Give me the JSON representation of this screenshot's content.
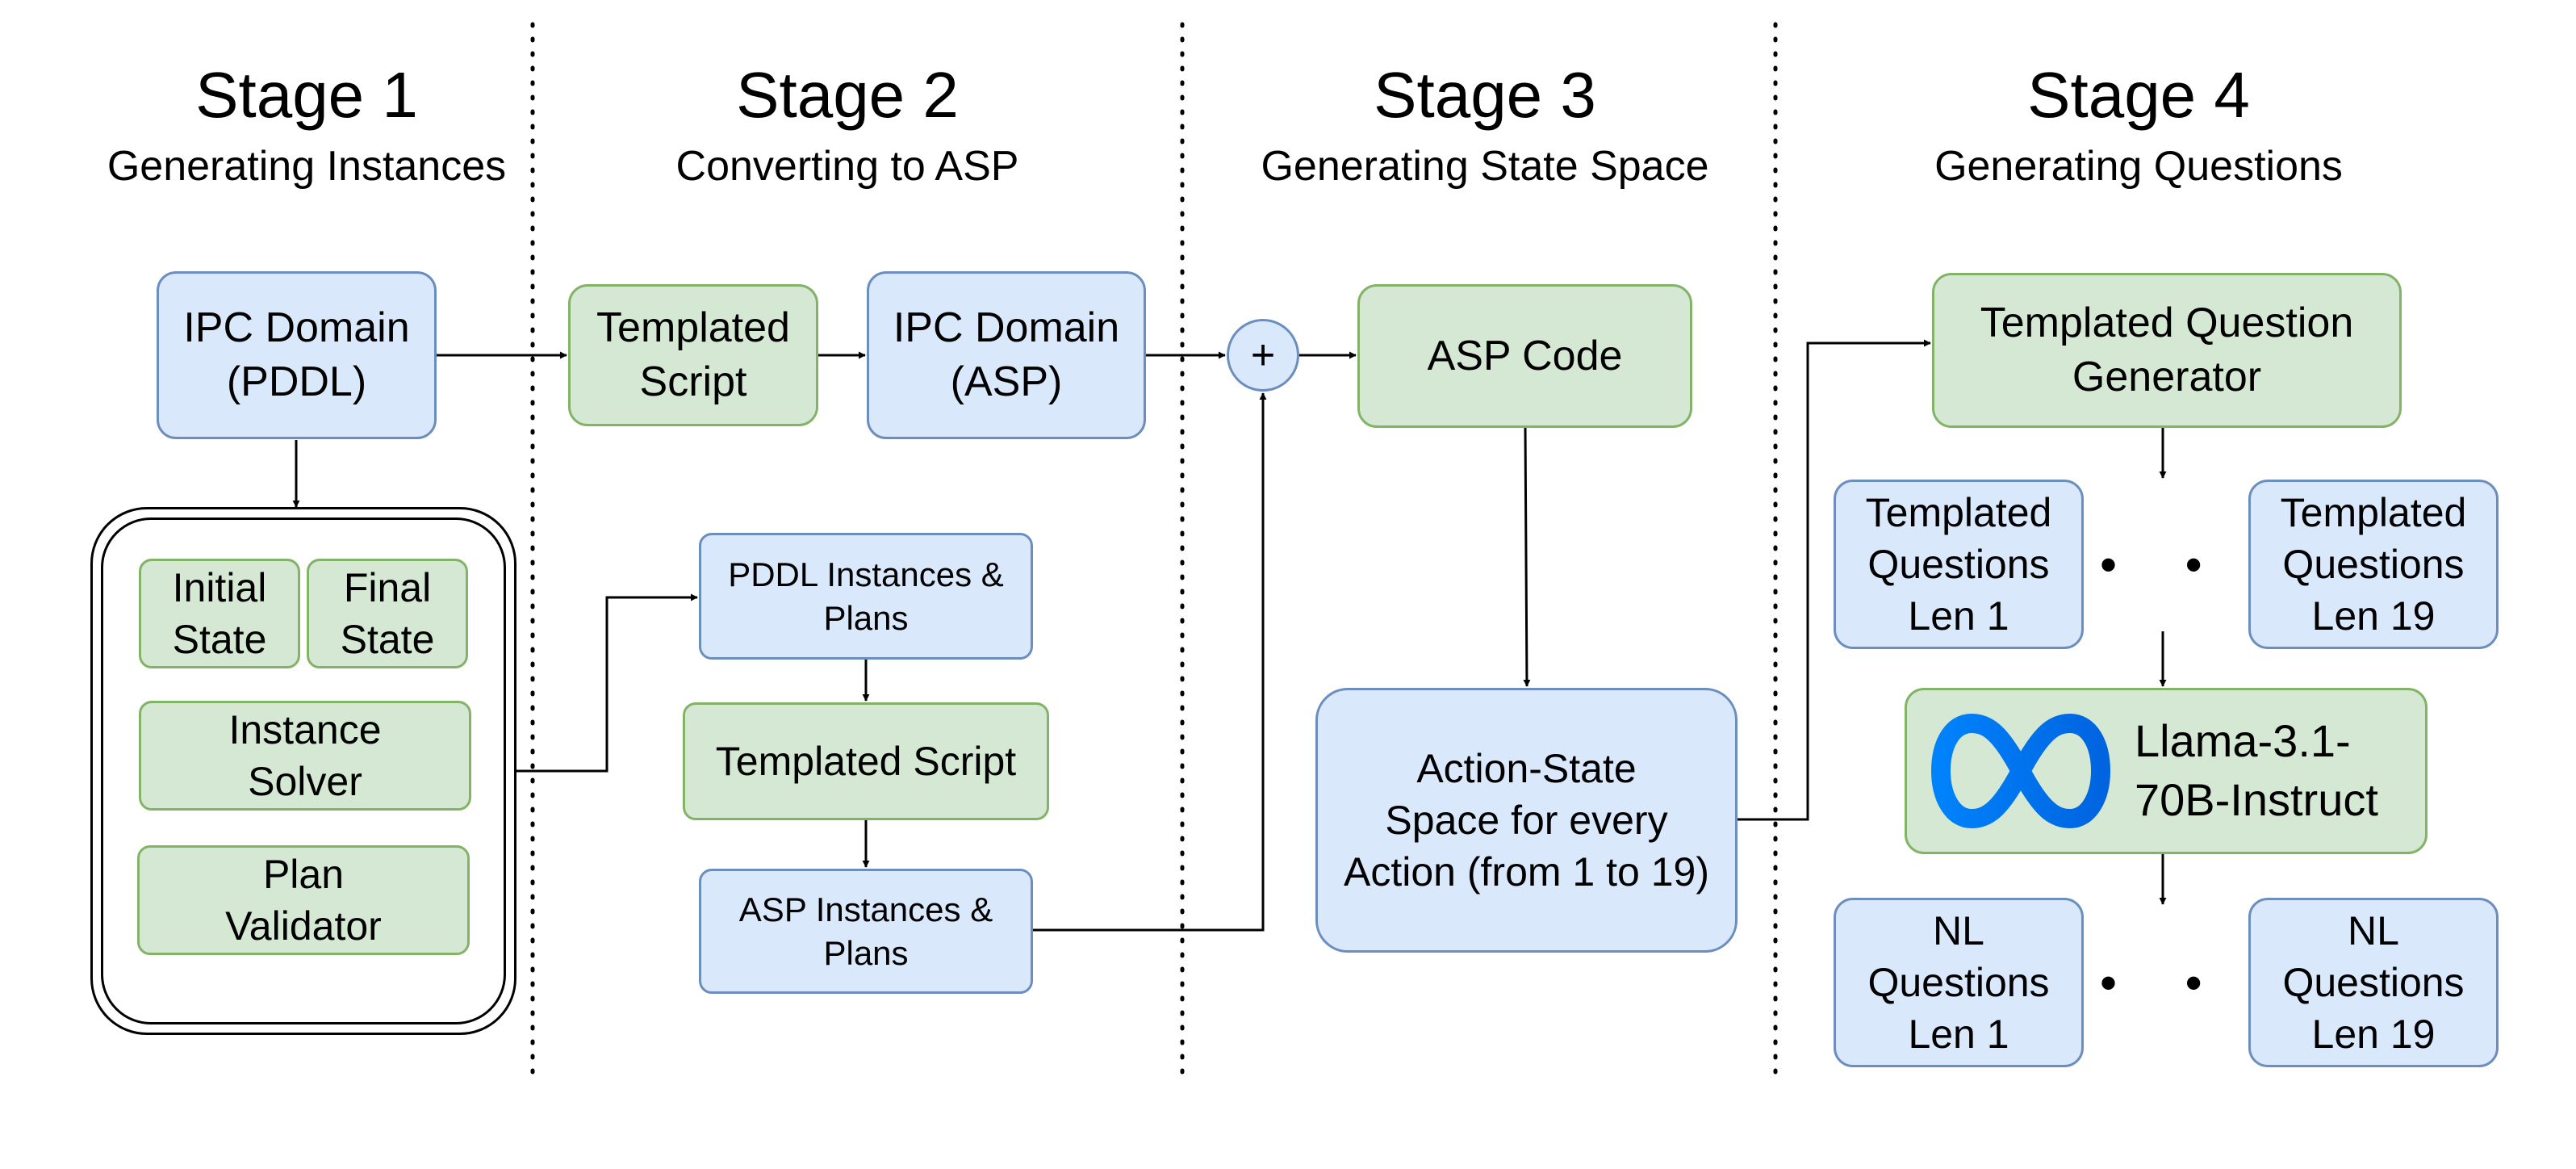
{
  "stages": [
    {
      "title": "Stage 1",
      "subtitle": "Generating Instances"
    },
    {
      "title": "Stage 2",
      "subtitle": "Converting to ASP"
    },
    {
      "title": "Stage 3",
      "subtitle": "Generating State Space"
    },
    {
      "title": "Stage 4",
      "subtitle": "Generating Questions"
    }
  ],
  "stage1": {
    "ipc_domain_pddl": "IPC Domain\n(PDDL)",
    "initial_state": "Initial\nState",
    "final_state": "Final\nState",
    "instance_solver": "Instance\nSolver",
    "plan_validator": "Plan\nValidator"
  },
  "stage2": {
    "templated_script_top": "Templated\nScript",
    "ipc_domain_asp": "IPC Domain\n(ASP)",
    "pddl_instances_plans": "PDDL Instances &\nPlans",
    "templated_script": "Templated Script",
    "asp_instances_plans": "ASP Instances &\nPlans"
  },
  "stage3": {
    "plus_symbol": "+",
    "asp_code": "ASP Code",
    "action_state_space": "Action-State\nSpace for every\nAction (from 1 to 19)"
  },
  "stage4": {
    "templated_question_generator": "Templated Question\nGenerator",
    "templated_questions_len1": "Templated\nQuestions\nLen 1",
    "templated_questions_len19": "Templated\nQuestions\nLen 19",
    "llm_name": "Llama-3.1-\n70B-Instruct",
    "nl_questions_len1": "NL\nQuestions\nLen 1",
    "nl_questions_len19": "NL\nQuestions\nLen 19",
    "ellipsis": "• • •"
  },
  "colors": {
    "blue_fill": "#dae8fc",
    "blue_stroke": "#6c8ebf",
    "green_fill": "#d5e8d4",
    "green_stroke": "#82b366",
    "meta_logo_blue": "#0668e1"
  },
  "icons": [
    "meta-infinity-logo-icon"
  ]
}
